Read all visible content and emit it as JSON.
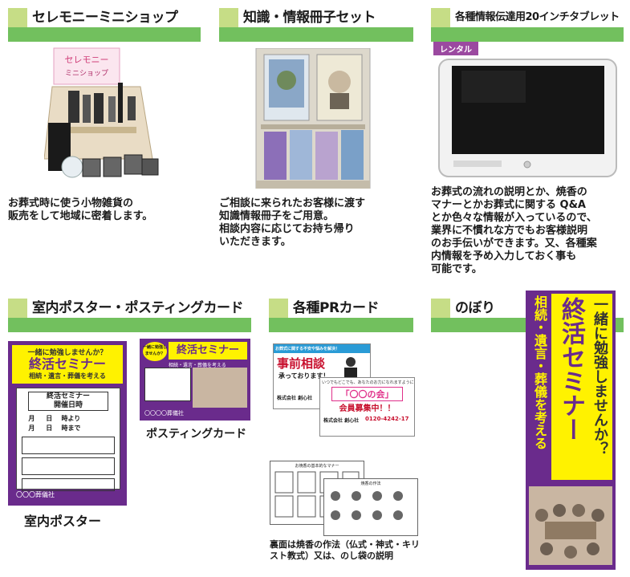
{
  "sections": {
    "shop": {
      "title": "セレモニーミニショップ",
      "desc": [
        "お葬式時に使う小物雑貨の",
        "販売をして地域に密着します。"
      ],
      "sign": [
        "セレモニー",
        "ミニショップ"
      ]
    },
    "booklet": {
      "title": "知識・情報冊子セット",
      "desc": [
        "ご相談に来られたお客様に渡す",
        "知識情報冊子をご用意。",
        "相談内容に応じてお持ち帰り",
        "いただきます。"
      ]
    },
    "tablet": {
      "title": "各種情報伝達用20インチタブレット",
      "badge": "レンタル",
      "desc": [
        "お葬式の流れの説明とか、焼香の",
        "マナーとかお葬式に関する Q&A",
        "とか色々な情報が入っているので、",
        "業界に不慣れな方でもお客様説明",
        "のお手伝いができます。又、各種案",
        "内情報を予め入力しておく事も",
        "可能です。"
      ]
    },
    "poster": {
      "title": "室内ポスター・ポスティングカード",
      "poster_caption": "室内ポスター",
      "card_caption": "ポスティングカード",
      "poster": {
        "tagline": "一緒に勉強しませんか？",
        "headline": "終活セミナー",
        "topics": "相続・遺言・葬儀を考える",
        "schedule_label": "終活セミナー",
        "schedule_sub": "開催日時",
        "month": "月",
        "day": "日",
        "hour": "時",
        "from": "より",
        "until": "まで",
        "org": "〇〇〇葬儀社"
      },
      "card": {
        "tag": "一緒に勉強しませんか？",
        "headline": "終活セミナー",
        "topics": "相続・遺言・葬儀を考える",
        "org": "〇〇〇〇葬儀社"
      }
    },
    "pr": {
      "title": "各種PRカード",
      "desc": [
        "裏面は焼香の作法（仏式・神式・キリ",
        "スト教式）又は、のし袋の説明"
      ],
      "card1": {
        "top": "お葬式に関する不安や悩みを解決！",
        "main": "事前相談",
        "sub": "承っております！",
        "company": "株式会社 創心社"
      },
      "card2": {
        "top": "いつでもどこでも、あなたのお力になれますように",
        "main": "「〇〇の会」",
        "sub": "会員募集中！！",
        "company": "株式会社 創心社",
        "tel": "0120-4242-17"
      },
      "back": {
        "title1": "お焼香の基本的なマナー",
        "title2": "焼香の作法"
      }
    },
    "banner": {
      "title": "のぼり",
      "side": "相続・遺言・葬儀を考える",
      "tagline": "一緒に勉強しませんか？",
      "headline": "終活セミナー"
    }
  },
  "colors": {
    "accent_green": "#72c05e",
    "light_green": "#c6dd86",
    "purple": "#6a2b8c",
    "yellow": "#fff200",
    "badge_purple": "#9b49a0"
  }
}
